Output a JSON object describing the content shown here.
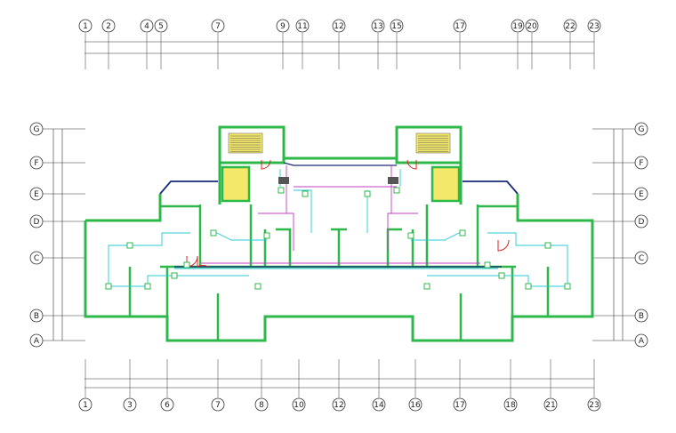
{
  "drawing": {
    "colors": {
      "wall": "#2db84a",
      "wall_dark": "#1f8f38",
      "outline": "#1a2a7a",
      "pipe_cyan": "#25c9d6",
      "pipe_magenta": "#c040c0",
      "stair_fill": "#f4e86a",
      "door_red": "#e02020",
      "grid_line": "#333333"
    },
    "top_axes": [
      "1",
      "2",
      "4",
      "5",
      "7",
      "9",
      "11",
      "12",
      "13",
      "15",
      "17",
      "19",
      "20",
      "22",
      "23"
    ],
    "bottom_axes": [
      "1",
      "3",
      "6",
      "7",
      "8",
      "10",
      "12",
      "14",
      "16",
      "17",
      "18",
      "21",
      "23"
    ],
    "left_axes": [
      "G",
      "F",
      "E",
      "D",
      "C",
      "B",
      "A"
    ],
    "right_axes": [
      "G",
      "F",
      "E",
      "D",
      "C",
      "B",
      "A"
    ]
  }
}
